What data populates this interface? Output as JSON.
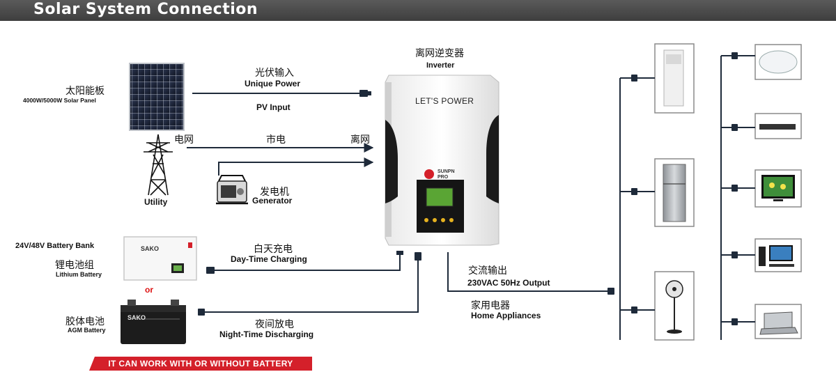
{
  "header": {
    "title": "Solar System Connection"
  },
  "inverter": {
    "name_cn": "离网逆变器",
    "name_en": "Inverter",
    "brand": "LET'S POWER",
    "sub_brand": "SUNPN PRO"
  },
  "solar": {
    "name_cn": "太阳能板",
    "name_en": "4000W/5000W Solar Panel"
  },
  "pv_line": {
    "cn": "光伏输入",
    "en1": "Unique Power",
    "en2": "PV Input"
  },
  "utility": {
    "cn_left": "电网",
    "cn_mid": "市电",
    "cn_right": "离网",
    "en": "Utility"
  },
  "generator": {
    "cn": "发电机",
    "en": "Generator"
  },
  "battery_bank": {
    "title": "24V/48V Battery Bank",
    "lithium_cn": "锂电池组",
    "lithium_en": "Lithium Battery",
    "or": "or",
    "agm_cn": "胶体电池",
    "agm_en": "AGM Battery",
    "lithium_brand": "SAKO",
    "agm_brand": "SAKO"
  },
  "charging": {
    "cn": "白天充电",
    "en": "Day-Time Charging"
  },
  "discharging": {
    "cn": "夜间放电",
    "en": "Night-Time Discharging"
  },
  "output": {
    "cn": "交流输出",
    "en": "230VAC 50Hz Output",
    "appl_cn": "家用电器",
    "appl_en": "Home Appliances"
  },
  "banner": {
    "text": "IT CAN WORK WITH OR WITHOUT BATTERY",
    "color": "#d4202a"
  },
  "colors": {
    "line": "#1e2a3a",
    "accent_red": "#d4202a"
  }
}
